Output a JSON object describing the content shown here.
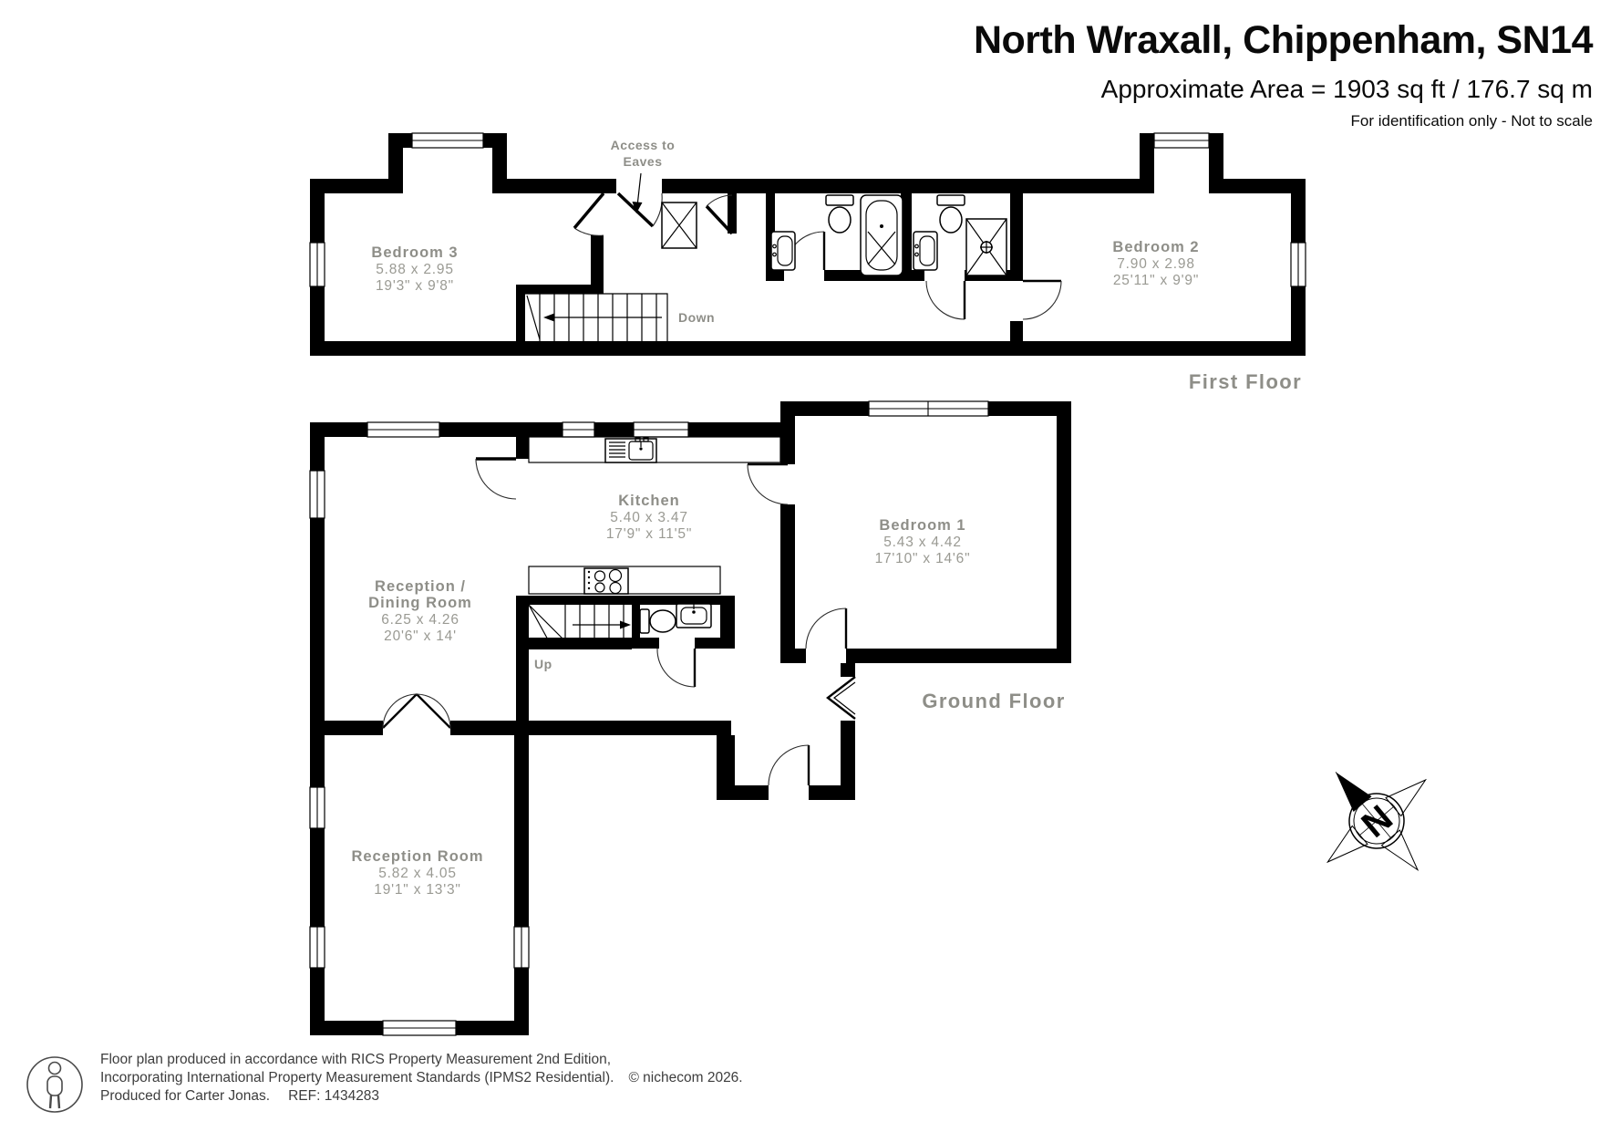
{
  "header": {
    "title": "North Wraxall, Chippenham, SN14",
    "area": "Approximate Area = 1903 sq ft / 176.7 sq m",
    "note": "For identification only - Not to scale"
  },
  "floors": {
    "first": {
      "label": "First Floor",
      "bedroom3": {
        "name": "Bedroom 3",
        "metric": "5.88 x 2.95",
        "imperial": "19'3\" x 9'8\""
      },
      "bedroom2": {
        "name": "Bedroom 2",
        "metric": "7.90 x 2.98",
        "imperial": "25'11\" x 9'9\""
      },
      "access_line1": "Access to",
      "access_line2": "Eaves",
      "stair_direction": "Down"
    },
    "ground": {
      "label": "Ground Floor",
      "kitchen": {
        "name": "Kitchen",
        "metric": "5.40 x 3.47",
        "imperial": "17'9\" x 11'5\""
      },
      "bedroom1": {
        "name": "Bedroom 1",
        "metric": "5.43 x 4.42",
        "imperial": "17'10\" x 14'6\""
      },
      "reception_dining": {
        "name_line1": "Reception /",
        "name_line2": "Dining Room",
        "metric": "6.25 x 4.26",
        "imperial": "20'6\" x 14'"
      },
      "reception_room": {
        "name": "Reception Room",
        "metric": "5.82 x 4.05",
        "imperial": "19'1\" x 13'3\""
      },
      "stair_direction": "Up"
    }
  },
  "compass": {
    "north": "N"
  },
  "footer": {
    "line1": "Floor plan produced in accordance with RICS Property Measurement 2nd Edition,",
    "line2": "Incorporating International Property Measurement Standards (IPMS2 Residential).",
    "copyright": "© nichecom 2026.",
    "line3": "Produced for Carter Jonas.",
    "ref": "REF: 1434283"
  }
}
